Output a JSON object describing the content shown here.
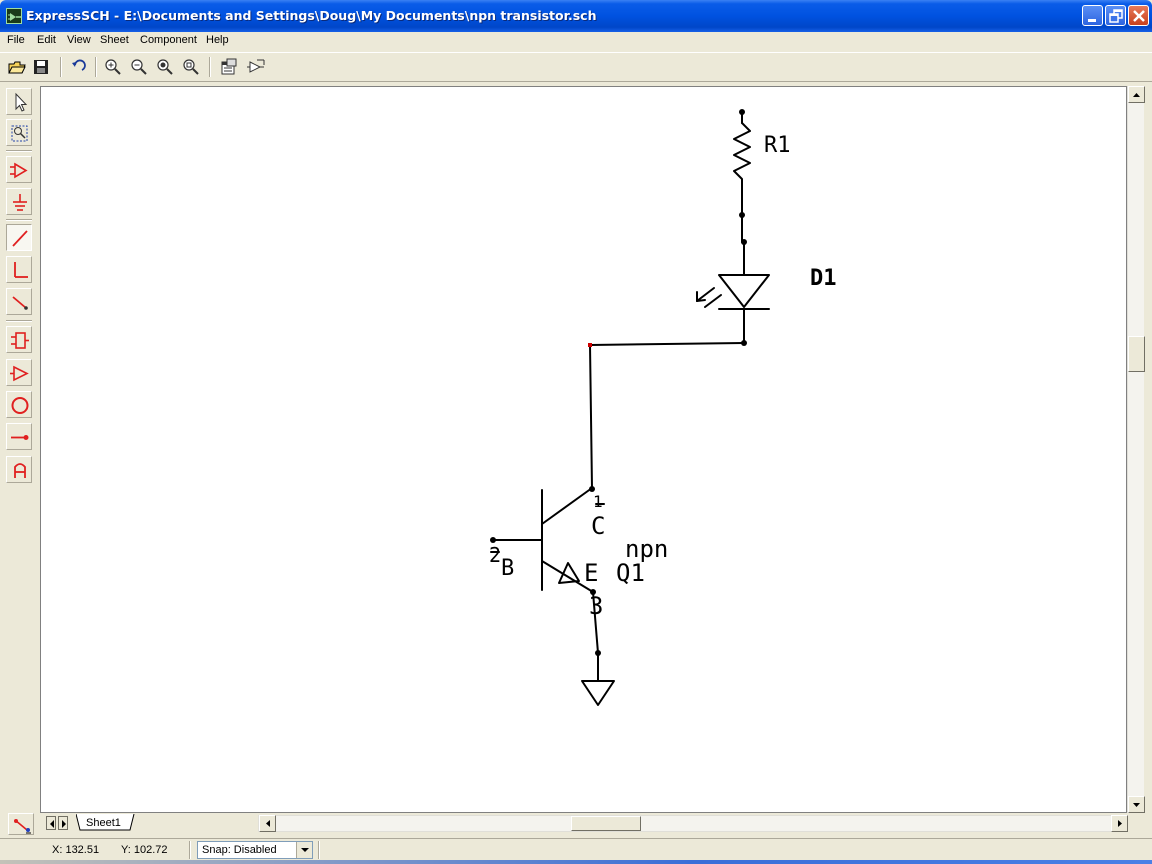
{
  "window": {
    "title": "ExpressSCH - E:\\Documents and Settings\\Doug\\My Documents\\npn transistor.sch"
  },
  "menu": {
    "items": [
      "File",
      "Edit",
      "View",
      "Sheet",
      "Component",
      "Help"
    ]
  },
  "toolbar": {
    "buttons": [
      {
        "name": "open-icon"
      },
      {
        "name": "save-icon"
      },
      {
        "name": "undo-icon"
      },
      {
        "name": "zoom-in-icon"
      },
      {
        "name": "zoom-out-icon"
      },
      {
        "name": "zoom-fit-icon"
      },
      {
        "name": "zoom-area-icon"
      },
      {
        "name": "properties-icon"
      },
      {
        "name": "component-editor-icon"
      }
    ]
  },
  "palette": {
    "tools": [
      "select-arrow-icon",
      "select-area-icon",
      "bus-entry-icon",
      "ground-icon",
      "wire-icon",
      "junction-wire-icon",
      "net-label-line-icon",
      "component-icon",
      "buffer-icon",
      "circle-icon",
      "pin-icon",
      "text-icon"
    ],
    "active_tool": "wire-icon"
  },
  "schematic": {
    "r1_label": "R1",
    "d1_label": "D1",
    "q1_label": "Q1",
    "q1_value": "npn",
    "pin_collector_num": "1",
    "pin_collector_name": "C",
    "pin_base_num": "2",
    "pin_base_name": "B",
    "pin_emitter_name": "E",
    "pin_emitter_num": "3",
    "wire_color": "#000000",
    "selected_node_color": "#cc0000"
  },
  "sheets": {
    "tabs": [
      "Sheet1"
    ]
  },
  "status": {
    "x": "X: 132.51",
    "y": "Y: 102.72",
    "snap": "Snap: Disabled"
  }
}
